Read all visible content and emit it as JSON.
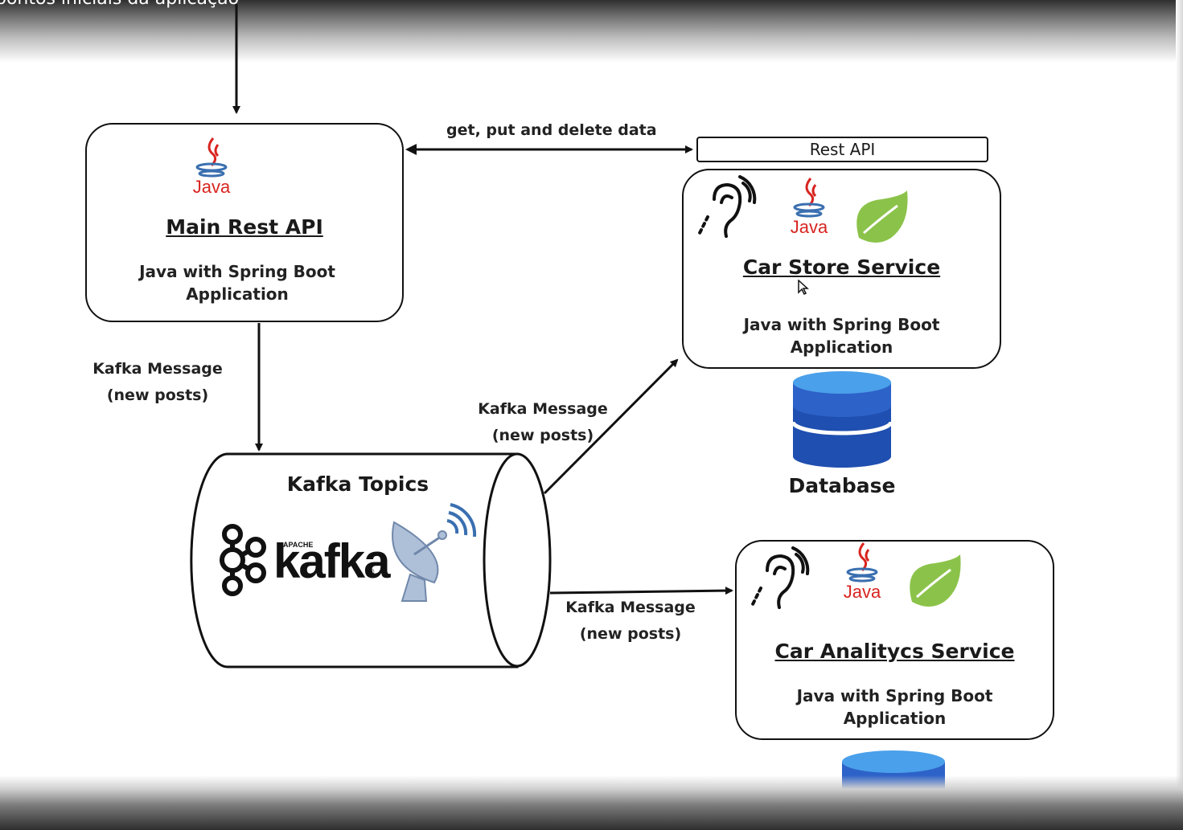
{
  "top_caption": "pontos iniciais da aplicação",
  "edges": {
    "main_to_store": "get, put and delete data",
    "main_to_kafka": {
      "line1": "Kafka Message",
      "line2": "(new posts)"
    },
    "kafka_to_store": {
      "line1": "Kafka Message",
      "line2": "(new posts)"
    },
    "kafka_to_analytics": {
      "line1": "Kafka Message",
      "line2": "(new posts)"
    }
  },
  "nodes": {
    "main_api": {
      "title": "Main Rest API",
      "line1": "Java with Spring Boot",
      "line2": "Application",
      "java_label": "Java"
    },
    "rest_api": {
      "label": "Rest API"
    },
    "car_store": {
      "title": "Car Store Service",
      "line1": "Java with Spring Boot",
      "line2": "Application",
      "java_label": "Java"
    },
    "database": {
      "label": "Database"
    },
    "kafka_topics": {
      "title": "Kafka Topics",
      "logo_text": "kafka",
      "logo_small": "APACHE",
      "logo_mark": "®"
    },
    "car_analytics": {
      "title": "Car Analitycs Service",
      "line1": "Java with Spring Boot",
      "line2": "Application",
      "java_label": "Java"
    }
  },
  "icons": [
    "java-icon",
    "spring-leaf-icon",
    "listening-ear-icon",
    "kafka-logo-icon",
    "satellite-dish-icon",
    "database-icon"
  ],
  "colors": {
    "java_red": "#d8241f",
    "java_blue": "#3a6fb0",
    "spring_green": "#8bc34a",
    "db_blue": "#1f4fb0"
  }
}
